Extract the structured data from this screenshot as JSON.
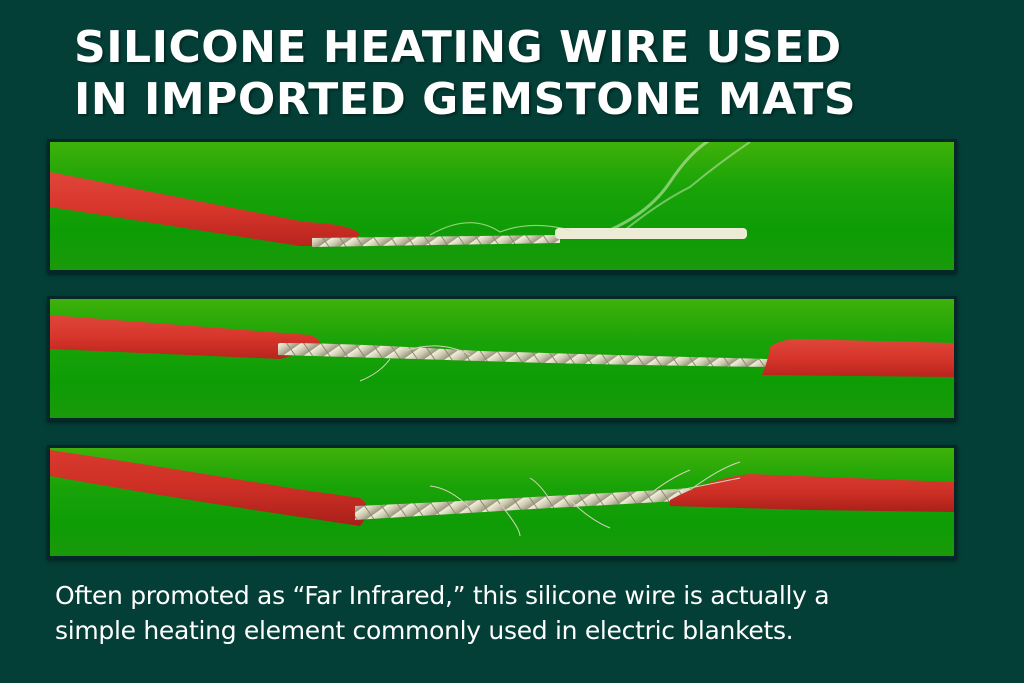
{
  "title": {
    "line1": "SILICONE HEATING WIRE USED",
    "line2": "IN IMPORTED GEMSTONE MATS"
  },
  "panels": [
    {
      "name": "panel-intact-wire-smoking",
      "depicts": "red silicone-insulated wire with exposed twisted strand ending in white insulated core, emitting smoke"
    },
    {
      "name": "panel-exposed-strand-between-insulation",
      "depicts": "twisted wire strand exposed between two red silicone insulation ends"
    },
    {
      "name": "panel-frayed-broken-wire",
      "depicts": "frayed, broken twisted wire strand between two red silicone insulation ends"
    }
  ],
  "caption": {
    "line1": "Often promoted as “Far Infrared,” this silicone wire is actually a",
    "line2": "simple heating element commonly used in electric blankets."
  },
  "colors": {
    "background": "#043f37",
    "panel_green": "#14a006",
    "insulation_red": "#d8362a",
    "wire_silver": "#d9d6c0",
    "text": "#ffffff"
  }
}
